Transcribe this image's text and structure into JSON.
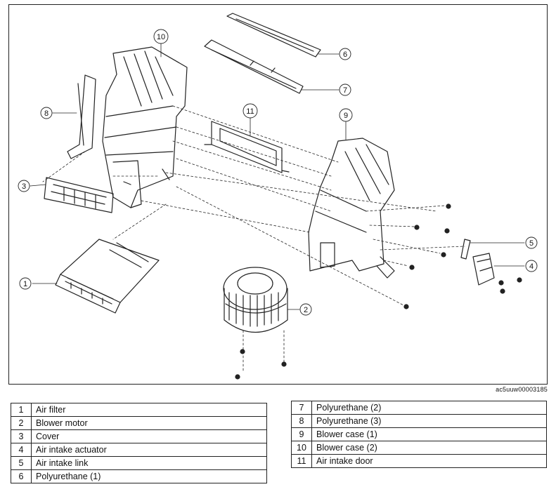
{
  "drawing_code": "ac5uuw00003185",
  "callouts": [
    "1",
    "2",
    "3",
    "4",
    "5",
    "6",
    "7",
    "8",
    "9",
    "10",
    "11"
  ],
  "legend": {
    "left": [
      {
        "num": "1",
        "name": "Air filter"
      },
      {
        "num": "2",
        "name": "Blower motor"
      },
      {
        "num": "3",
        "name": "Cover"
      },
      {
        "num": "4",
        "name": "Air intake actuator"
      },
      {
        "num": "5",
        "name": "Air intake link"
      },
      {
        "num": "6",
        "name": "Polyurethane (1)"
      }
    ],
    "right": [
      {
        "num": "7",
        "name": "Polyurethane (2)"
      },
      {
        "num": "8",
        "name": "Polyurethane (3)"
      },
      {
        "num": "9",
        "name": "Blower case (1)"
      },
      {
        "num": "10",
        "name": "Blower case (2)"
      },
      {
        "num": "11",
        "name": "Air intake door"
      }
    ]
  }
}
